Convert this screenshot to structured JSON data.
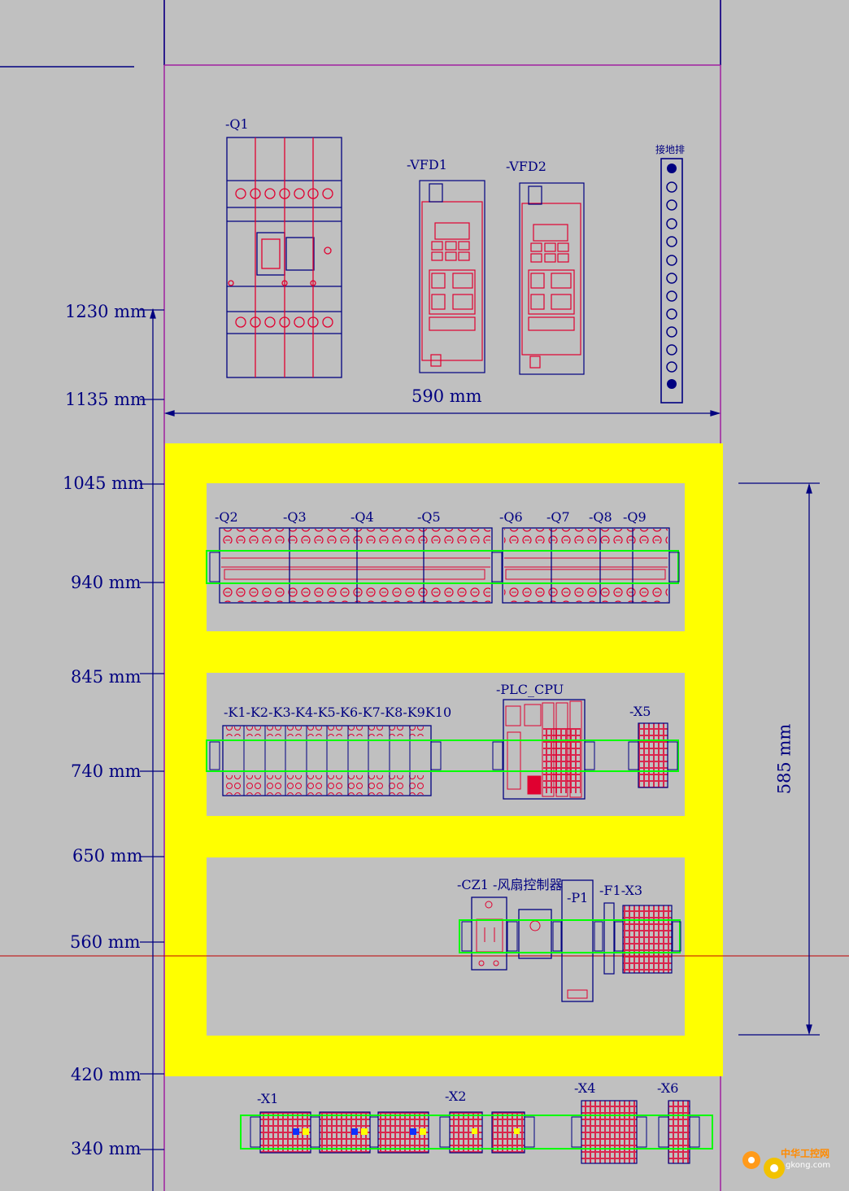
{
  "colors": {
    "background": "#c0c0c0",
    "line": "#000080",
    "panel_border": "#a020a0",
    "mounting_plate": "#ffff00",
    "section": "#c0c0c0",
    "device": "#e00030",
    "rail": "#00ff00",
    "red_line": "#c00000"
  },
  "devices": {
    "q1": "-Q1",
    "vfd1": "-VFD1",
    "vfd2": "-VFD2",
    "ground_bar": "接地排",
    "q2": "-Q2",
    "q3": "-Q3",
    "q4": "-Q4",
    "q5": "-Q5",
    "q6": "-Q6",
    "q7": "-Q7",
    "q8": "-Q8",
    "q9": "-Q9",
    "contactors": "-K1-K2-K3-K4-K5-K6-K7-K8-K9K10",
    "plc_cpu": "-PLC_CPU",
    "x5": "-X5",
    "cz1_fan": "-CZ1 -风扇控制器",
    "p1": "-P1",
    "f1_x3": "-F1-X3",
    "x1": "-X1",
    "x2": "-X2",
    "x4": "-X4",
    "x6": "-X6"
  },
  "dimensions": {
    "d1230": "1230  mm",
    "d1135": "1135  mm",
    "d1045": "1045  mm",
    "d940": "940  mm",
    "d845": "845  mm",
    "d740": "740  mm",
    "d650": "650  mm",
    "d560": "560  mm",
    "d420": "420  mm",
    "d340": "340  mm",
    "width": "590  mm",
    "height": "585  mm"
  },
  "watermark": {
    "site": "中华工控网",
    "domain": "gkong.com"
  }
}
